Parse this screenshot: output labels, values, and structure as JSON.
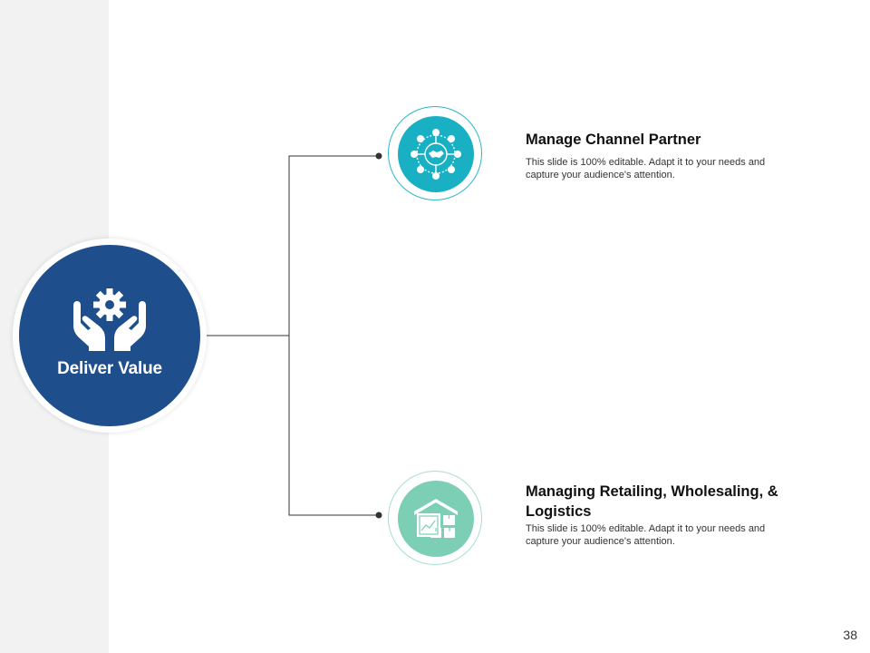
{
  "center": {
    "label": "Deliver Value",
    "icon": "hands-gear-icon",
    "color": "#1f4e8c"
  },
  "branches": [
    {
      "title": "Manage Channel Partner",
      "description": "This slide is 100% editable. Adapt it to your needs and capture your audience's attention.",
      "icon": "handshake-network-icon",
      "color": "#19b0c4"
    },
    {
      "title": "Managing Retailing, Wholesaling, & Logistics",
      "description": "This slide is 100% editable. Adapt it to your needs and capture your audience's attention.",
      "icon": "warehouse-icon",
      "color": "#7ccfb5"
    }
  ],
  "page_number": "38"
}
